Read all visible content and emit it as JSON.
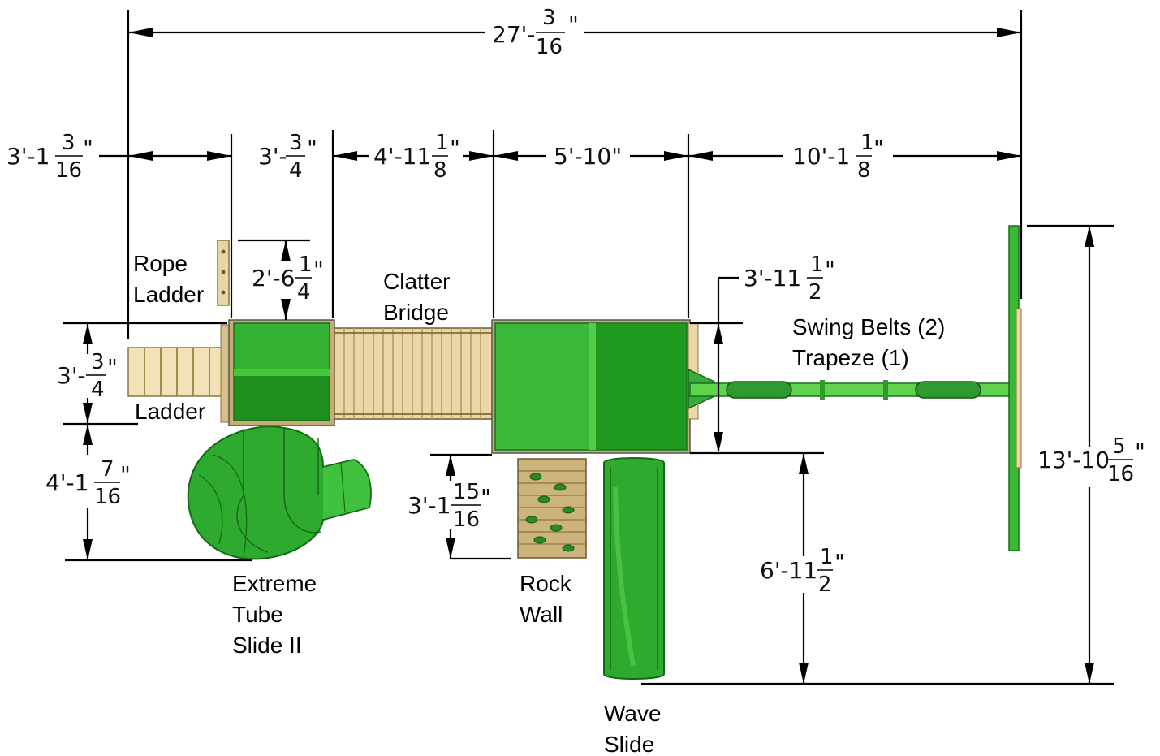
{
  "dimensions": {
    "overall_width": {
      "whole": "27'-",
      "num": "3",
      "den": "16",
      "inch": "\""
    },
    "rope_ladder_width": {
      "whole": "3'-1",
      "num": "3",
      "den": "16",
      "inch": "\""
    },
    "deck1_width": {
      "whole": "3'-",
      "num": "3",
      "den": "4",
      "inch": "\""
    },
    "bridge_width": {
      "whole": "4'-11",
      "num": "1",
      "den": "8",
      "inch": "\""
    },
    "deck2_width": {
      "whole": "5'-10\""
    },
    "swing_width": {
      "whole": "10'-1",
      "num": "1",
      "den": "8",
      "inch": "\""
    },
    "rope_ladder_depth": {
      "whole": "2'-6",
      "num": "1",
      "den": "4",
      "inch": "\""
    },
    "deck2_depth": {
      "whole": "3'-11",
      "num": "1",
      "den": "2",
      "inch": "\""
    },
    "deck1_depth": {
      "whole": "3'-",
      "num": "3",
      "den": "4",
      "inch": "\""
    },
    "tube_slide_depth": {
      "whole": "4'-1",
      "num": "7",
      "den": "16",
      "inch": "\""
    },
    "rock_wall_depth": {
      "whole": "3'-1",
      "num": "15",
      "den": "16",
      "inch": "\""
    },
    "wave_slide_depth": {
      "whole": "6'-11",
      "num": "1",
      "den": "2",
      "inch": "\""
    },
    "overall_depth": {
      "whole": "13'-10",
      "num": "5",
      "den": "16",
      "inch": "\""
    }
  },
  "labels": {
    "rope_ladder": [
      "Rope",
      "Ladder"
    ],
    "clatter_bridge": [
      "Clatter",
      "Bridge"
    ],
    "swing": [
      "Swing Belts (2)",
      "Trapeze (1)"
    ],
    "ladder": [
      "Ladder"
    ],
    "tube_slide": [
      "Extreme",
      "Tube",
      "Slide II"
    ],
    "rock_wall": [
      "Rock",
      "Wall"
    ],
    "wave_slide": [
      "Wave",
      "Slide"
    ]
  },
  "colors": {
    "green_dark": "#1f8f1f",
    "green_mid": "#2eaa2e",
    "green_light": "#46c73a",
    "wood": "#e9d6a6",
    "wood_dark": "#b89c63"
  }
}
